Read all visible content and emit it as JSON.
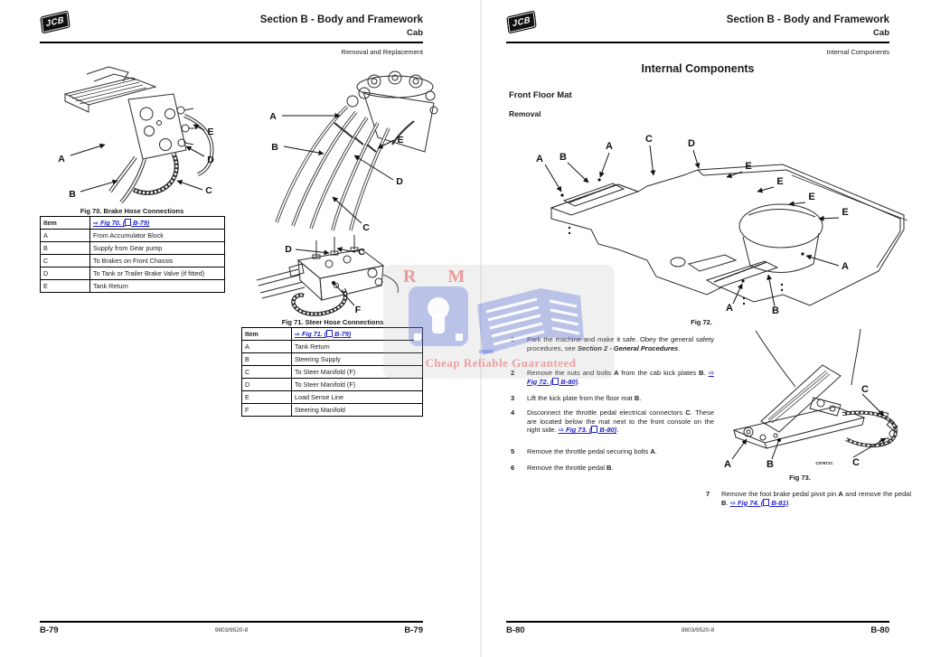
{
  "watermark": {
    "letters": "R M",
    "caption": "Cheap Reliable Guaranteed"
  },
  "left": {
    "logo": "JCB",
    "section": "Section B - Body and Framework",
    "subsection": "Cab",
    "topic": "Removal and Replacement",
    "fig70": {
      "caption": "Fig 70. Brake Hose Connections",
      "labels": [
        "A",
        "B",
        "C",
        "D",
        "E"
      ]
    },
    "table70": {
      "item_header": "Item",
      "link_html": "<span class=\"lnk\" data-name=\"fig70-link\" data-interactable=\"true\">⇨ Fig 70. (<span class=\"pgicon\" data-name=\"page-icon\" data-interactable=\"false\"></span> B-79)</span>",
      "rows": [
        [
          "A",
          "From Accumulator Block"
        ],
        [
          "B",
          "Supply from Gear pump"
        ],
        [
          "C",
          "To Brakes on Front Chassis"
        ],
        [
          "D",
          "To Tank or Trailer Brake Valve (if fitted)"
        ],
        [
          "E",
          "Tank Return"
        ]
      ]
    },
    "fig71": {
      "caption": "Fig 71. Steer Hose Connections",
      "labels_top": [
        "A",
        "B",
        "E",
        "D",
        "C"
      ],
      "labels_bottom": [
        "D",
        "C",
        "F"
      ]
    },
    "table71": {
      "item_header": "Item",
      "link_html": "<span class=\"lnk\" data-name=\"fig71-link\" data-interactable=\"true\">⇨ Fig 71. (<span class=\"pgicon\" data-name=\"page-icon\" data-interactable=\"false\"></span> B-79)</span>",
      "rows": [
        [
          "A",
          "Tank Return"
        ],
        [
          "B",
          "Steering Supply"
        ],
        [
          "C",
          "To Steer Manifold (F)"
        ],
        [
          "D",
          "To Steer Manifold (F)"
        ],
        [
          "E",
          "Load Sense Line"
        ],
        [
          "F",
          "Steering Manifold"
        ]
      ]
    },
    "footer": {
      "left": "B-79",
      "center": "9803/9520-8",
      "right": "B-79"
    }
  },
  "right": {
    "logo": "JCB",
    "section": "Section B - Body and Framework",
    "subsection": "Cab",
    "topic": "Internal Components",
    "heading": "Internal Components",
    "subheading": "Front Floor Mat",
    "removal": "Removal",
    "fig72": {
      "caption": "Fig 72.",
      "labels": [
        "A",
        "B",
        "A",
        "C",
        "D",
        "E",
        "E",
        "E",
        "E",
        "A",
        "A",
        "B"
      ]
    },
    "fig73": {
      "caption": "Fig 73.",
      "labels": [
        "A",
        "B",
        "C",
        "C"
      ],
      "code": "C076T1C"
    },
    "steps": [
      {
        "num": "1",
        "html": "Park the machine and make it safe. Obey the general safety procedures, see <b><i>Section 2 - General Procedures</i></b>."
      },
      {
        "num": "2",
        "html": "Remove the nuts and bolts <b>A</b> from the cab kick plates <b>B</b>. <span class=\"lnk\" data-name=\"fig72-link\" data-interactable=\"true\">⇨ Fig 72. (<span class=\"pgicon\" data-name=\"page-icon\" data-interactable=\"false\"></span> B-80)</span>."
      },
      {
        "num": "3",
        "html": "Lift the kick plate from the floor mat <b>B</b>."
      },
      {
        "num": "4",
        "html": "Disconnect the throttle pedal electrical connectors <b>C</b>. These are located below the mat next to the front console on the right side. <span class=\"lnk\" data-name=\"fig73-link\" data-interactable=\"true\">⇨ Fig 73. (<span class=\"pgicon\" data-name=\"page-icon\" data-interactable=\"false\"></span> B-80)</span>."
      },
      {
        "num": "5",
        "html": "Remove the throttle pedal securing bolts <b>A</b>."
      },
      {
        "num": "6",
        "html": "Remove the throttle pedal <b>B</b>."
      },
      {
        "num": "7",
        "html": "Remove the foot brake pedal pivot pin <b>A</b> and remove the pedal <b>B</b>. <span class=\"lnk\" data-name=\"fig74-link\" data-interactable=\"true\">⇨ Fig 74. (<span class=\"pgicon\" data-name=\"page-icon\" data-interactable=\"false\"></span> B-81)</span>."
      }
    ],
    "footer": {
      "left": "B-80",
      "center": "9803/9520-8",
      "right": "B-80"
    }
  }
}
